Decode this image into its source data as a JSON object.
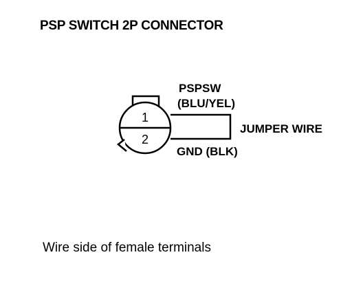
{
  "title": "PSP SWITCH 2P CONNECTOR",
  "connector": {
    "pins": [
      "1",
      "2"
    ]
  },
  "labels": {
    "signal_name": "PSPSW",
    "signal_color": "(BLU/YEL)",
    "jumper": "JUMPER WIRE",
    "ground": "GND (BLK)"
  },
  "footer": "Wire side of female terminals"
}
